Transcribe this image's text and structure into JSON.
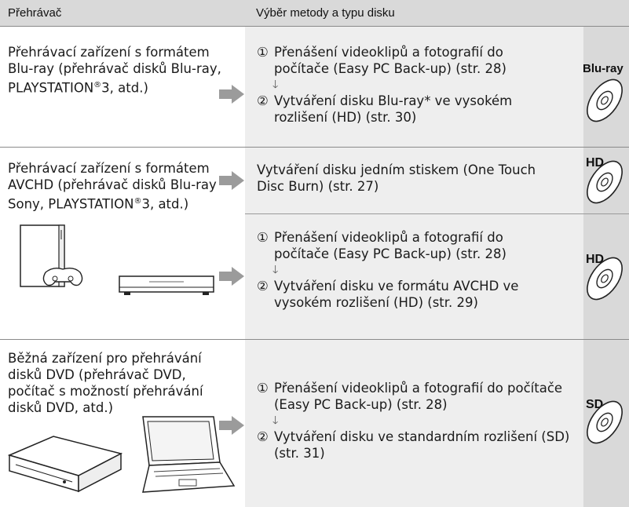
{
  "header": {
    "col1": "Přehrávač",
    "col2": "Výběr metody a typu disku"
  },
  "rows": [
    {
      "player": [
        "Přehrávací zařízení s formátem",
        "Blu-ray (přehrávač disků Blu-ray,",
        "PLAYSTATION",
        "®",
        "3, atd.)"
      ],
      "steps": [
        {
          "num": "①",
          "text": "Přenášení videoklipů a fotografií do počítače (Easy PC Back-up) (str. 28)"
        },
        {
          "num": "②",
          "text": "Vytváření disku Blu-ray* ve vysokém rozlišení (HD) (str. 30)"
        }
      ],
      "disc_label": "Blu-ray"
    },
    {
      "player": [
        "Přehrávací zařízení s formátem",
        "AVCHD (přehrávač disků Blu-ray",
        "Sony, PLAYSTATION",
        "®",
        "3, atd.)"
      ],
      "single": "Vytváření disku jedním stiskem (One Touch Disc Burn) (str. 27)",
      "disc_label_a": "HD",
      "steps": [
        {
          "num": "①",
          "text": "Přenášení videoklipů a fotografií do počítače (Easy PC Back-up) (str. 28)"
        },
        {
          "num": "②",
          "text": "Vytváření disku ve formátu AVCHD ve vysokém rozlišení (HD) (str. 29)"
        }
      ],
      "disc_label_b": "HD"
    },
    {
      "player": [
        "Běžná zařízení pro přehrávání",
        "disků DVD (přehrávač DVD,",
        "počítač s možností přehrávání",
        "disků DVD, atd.)"
      ],
      "steps": [
        {
          "num": "①",
          "text": "Přenášení videoklipů a fotografií do počítače (Easy PC Back-up) (str. 28)"
        },
        {
          "num": "②",
          "text": "Vytváření disku ve standardním rozlišení (SD) (str. 31)"
        }
      ],
      "disc_label": "SD"
    }
  ],
  "down_arrow": "🡓",
  "colors": {
    "band": "#d9d9d9",
    "arrow": "#9b9b9b",
    "rule": "#8a8a8a"
  }
}
